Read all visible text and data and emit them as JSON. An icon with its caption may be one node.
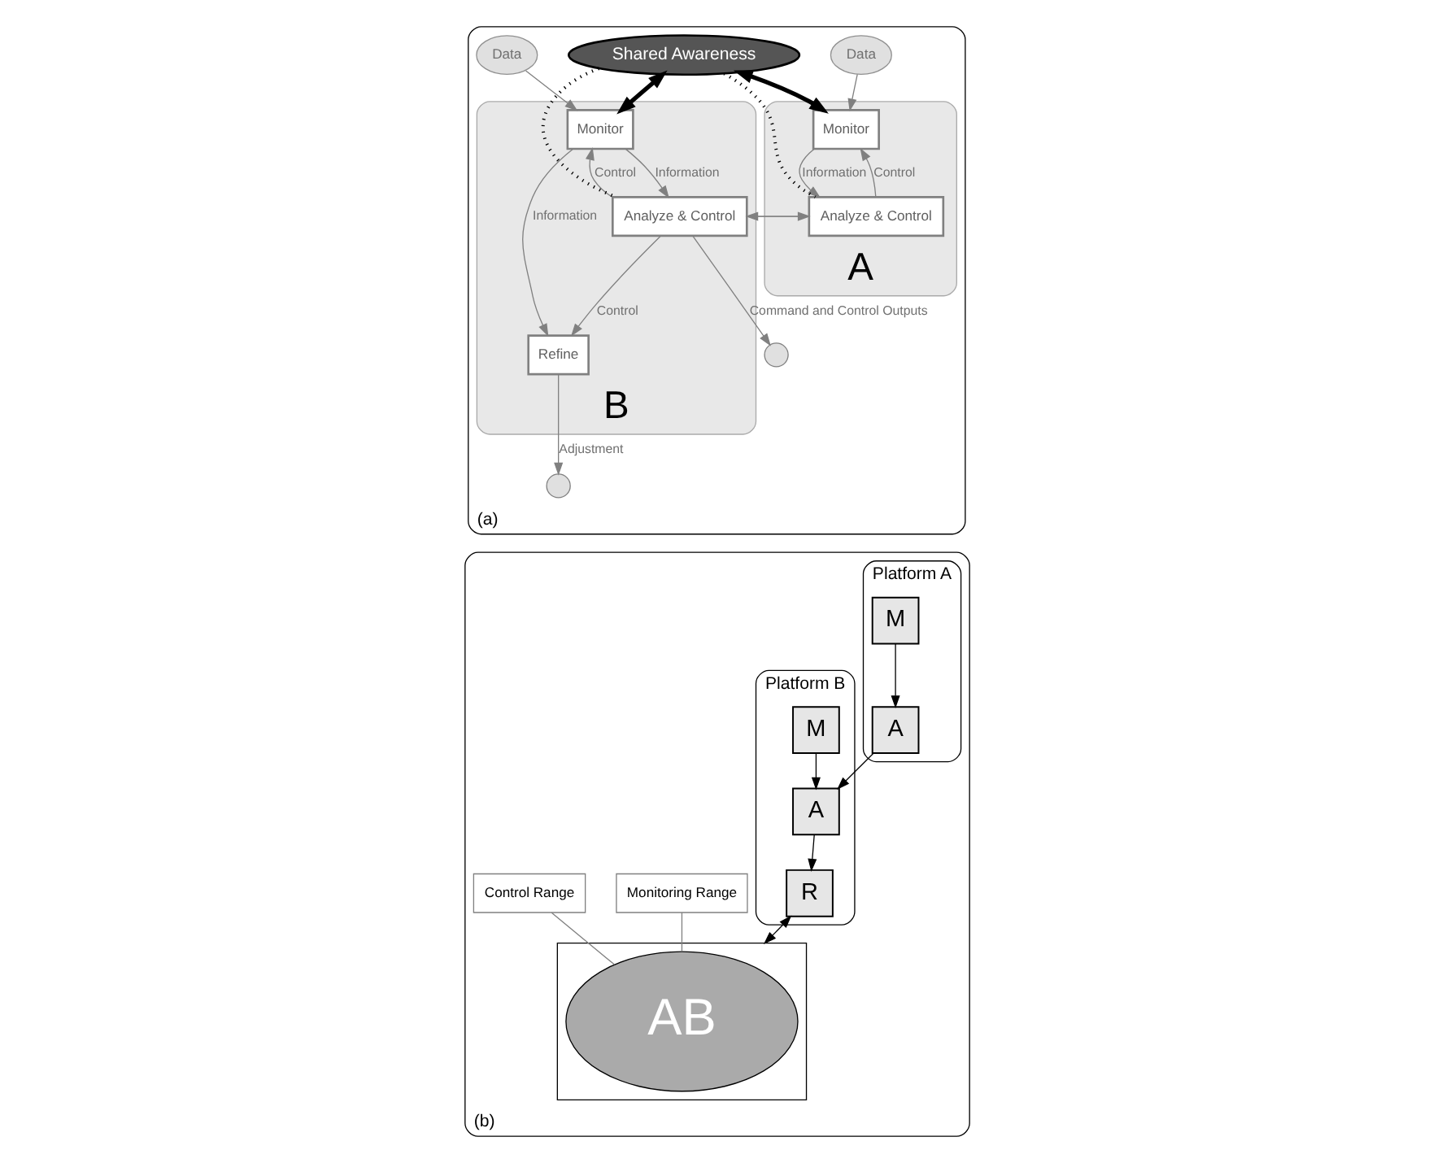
{
  "diagram": {
    "nodes": [
      {
        "text": [
          "(a)"
        ]
      },
      {
        "text": [
          "Data"
        ],
        "in": 0
      },
      {
        "text": [
          "A"
        ],
        "in": 0
      },
      {
        "text": [
          "Monitor"
        ],
        "in": 2
      },
      {
        "text": [
          "Analyze & Control"
        ],
        "in": 2
      },
      {
        "text": [
          "Data"
        ],
        "in": 0
      },
      {
        "text": [
          "B"
        ],
        "in": 0
      },
      {
        "text": [
          "Monitor"
        ],
        "in": 6
      },
      {
        "text": [
          "Analyze & Control"
        ],
        "in": 6
      },
      {
        "text": [
          "Refine"
        ],
        "in": 6
      },
      {
        "text": [
          "Shared Awareness"
        ],
        "in": 0
      },
      {
        "text": [],
        "shape": "circle",
        "in": 0
      },
      {
        "text": [],
        "shape": "circle",
        "in": 0
      },
      {
        "text": [
          "(b)"
        ]
      },
      {
        "text": [
          "Platform A"
        ],
        "in": 13
      },
      {
        "text": [
          "M"
        ],
        "in": 14
      },
      {
        "text": [
          "A"
        ],
        "in": 14
      },
      {
        "text": [
          "Platform B"
        ],
        "in": 13
      },
      {
        "text": [
          "M"
        ],
        "in": 17
      },
      {
        "text": [
          "A"
        ],
        "in": 17
      },
      {
        "text": [
          "R"
        ],
        "in": 17
      },
      {
        "text": [],
        "shape": "box",
        "in": 13
      },
      {
        "text": [
          "AB"
        ],
        "in": 21
      },
      {
        "text": [
          "Monitoring Range"
        ],
        "in": 13
      },
      {
        "text": [
          "Control Range"
        ],
        "in": 13
      }
    ],
    "edges": [
      {
        "from": 1,
        "to": 3,
        "arrow": "to"
      },
      {
        "from": 3,
        "to": 4,
        "arrow": "to",
        "label": "Information"
      },
      {
        "from": 4,
        "to": 3,
        "arrow": "to",
        "label": "Control"
      },
      {
        "from": 4,
        "to": 8,
        "arrow": "to"
      },
      {
        "from": 5,
        "to": 7,
        "arrow": "to"
      },
      {
        "from": 7,
        "to": 8,
        "arrow": "to",
        "label": "Information"
      },
      {
        "from": 8,
        "to": 7,
        "arrow": "to",
        "label": "Control"
      },
      {
        "from": 8,
        "to": 4,
        "arrow": "to"
      },
      {
        "from": 8,
        "to": 11,
        "arrow": "to",
        "label": "Command and Control Outputs"
      },
      {
        "from": 8,
        "to": 9,
        "arrow": "to",
        "label": "Control"
      },
      {
        "from": 7,
        "to": 9,
        "arrow": "to",
        "label": "Information"
      },
      {
        "from": 9,
        "to": 12,
        "arrow": "to",
        "label": "Adjustment"
      },
      {
        "from": 10,
        "to": 3,
        "arrow": "both",
        "style": "thick",
        "color": "#000000"
      },
      {
        "from": 10,
        "to": 7,
        "arrow": "both",
        "style": "thick",
        "color": "#000000"
      },
      {
        "from": 10,
        "to": 4,
        "arrow": "none",
        "style": "dashed",
        "color": "#000000"
      },
      {
        "from": 10,
        "to": 8,
        "arrow": "none",
        "style": "dashed",
        "color": "#000000"
      },
      {
        "from": 15,
        "to": 16,
        "arrow": "to",
        "color": "#000000"
      },
      {
        "from": 16,
        "to": 19,
        "arrow": "to",
        "color": "#000000"
      },
      {
        "from": 18,
        "to": 19,
        "arrow": "to",
        "color": "#000000"
      },
      {
        "from": 19,
        "to": 20,
        "arrow": "to",
        "color": "#000000"
      },
      {
        "from": 20,
        "to": 21,
        "arrow": "both",
        "color": "#000000"
      },
      {
        "from": 23,
        "to": 22,
        "arrow": "none"
      },
      {
        "from": 24,
        "to": 22,
        "arrow": "none"
      }
    ]
  }
}
